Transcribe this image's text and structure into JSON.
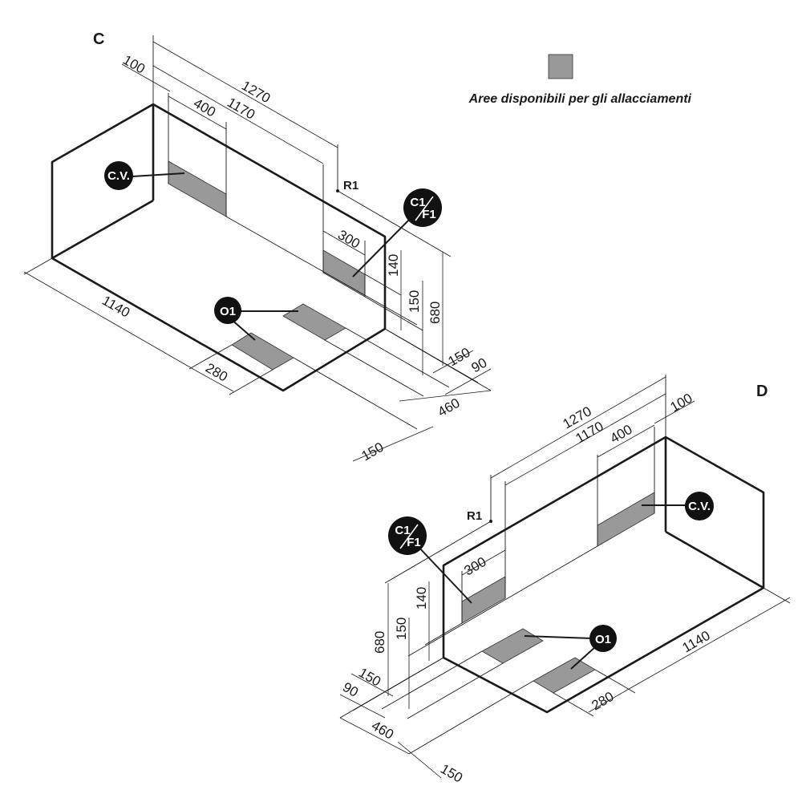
{
  "legend": {
    "text": "Aree disponibili per gli allacciamenti",
    "swatch_color": "#999999"
  },
  "views": {
    "C": {
      "label": "C",
      "point_label": "R1",
      "badges": {
        "cv": "C.V.",
        "c1_top": "C1",
        "c1_bottom": "F1",
        "o1": "O1"
      },
      "dims": {
        "d1270": "1270",
        "d1170": "1170",
        "d100": "100",
        "d400": "400",
        "d300": "300",
        "d140": "140",
        "d150v": "150",
        "d680": "680",
        "d150b": "150",
        "d90": "90",
        "d460": "460",
        "d150c": "150",
        "d1140": "1140",
        "d280": "280"
      }
    },
    "D": {
      "label": "D",
      "point_label": "R1",
      "badges": {
        "cv": "C.V.",
        "c1_top": "C1",
        "c1_bottom": "F1",
        "o1": "O1"
      },
      "dims": {
        "d1270": "1270",
        "d1170": "1170",
        "d100": "100",
        "d400": "400",
        "d300": "300",
        "d140": "140",
        "d150v": "150",
        "d680": "680",
        "d150b": "150",
        "d90": "90",
        "d460": "460",
        "d150c": "150",
        "d1140": "1140",
        "d280": "280"
      }
    }
  }
}
